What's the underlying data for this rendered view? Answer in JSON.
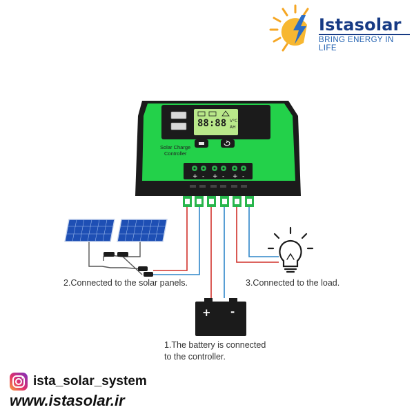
{
  "brand": {
    "name": "Istasolar",
    "tagline": "BRING ENERGY IN LIFE",
    "colors": {
      "primary": "#163a84",
      "sun": "#f5a623",
      "bolt": "#2b6cc4"
    }
  },
  "controller": {
    "label_line1": "Solar Charge",
    "label_line2": "Controller",
    "lcd_digits": "88:88",
    "lcd_unit": "V°C",
    "lcd_ah": "AH",
    "terminal_signs": [
      "+",
      "-",
      "+",
      "-",
      "+",
      "-"
    ],
    "colors": {
      "body": "#23d14a",
      "frame": "#1b1b1b",
      "lcd": "#b9e88a",
      "connector": "#28b64c"
    }
  },
  "wires": {
    "positive_color": "#d0302a",
    "negative_color": "#2e86c9"
  },
  "battery": {
    "plus": "+",
    "minus": "-"
  },
  "captions": {
    "panels": "2.Connected to the solar panels.",
    "load": "3.Connected to the load.",
    "battery_line1": "1.The battery is connected",
    "battery_line2": "to the controller."
  },
  "footer": {
    "instagram_icon": "instagram-icon",
    "handle": "ista_solar_system",
    "website": "www.istasolar.ir"
  }
}
